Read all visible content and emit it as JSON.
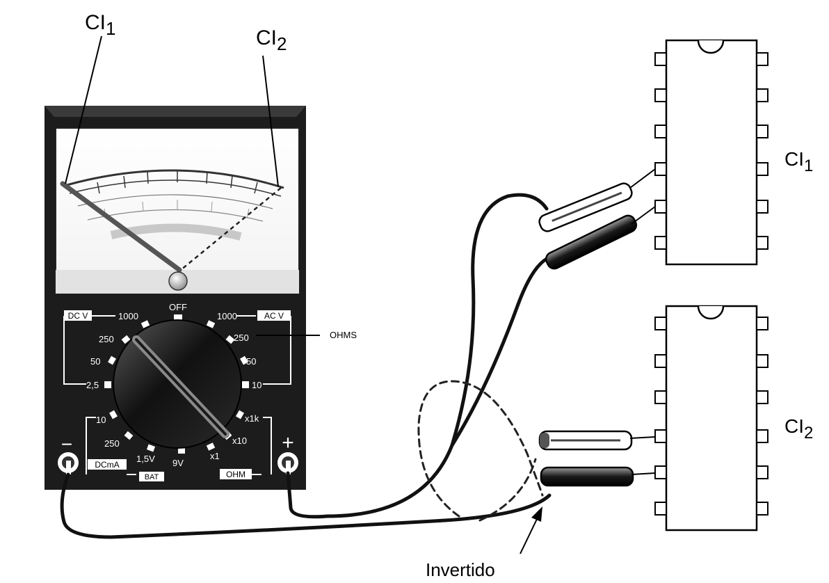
{
  "labels": {
    "ci1_main": "CI",
    "ci1_sub": "1",
    "ci2_main": "CI",
    "ci2_sub": "2",
    "invertido": "Invertido",
    "ohms": "OHMS"
  },
  "meter": {
    "off": "OFF",
    "dcv": "DC V",
    "acv": "AC V",
    "dcma": "DCmA",
    "bat": "BAT",
    "ohm": "OHM",
    "minus": "−",
    "plus": "+",
    "dcv_scale": [
      "1000",
      "250",
      "50",
      "2,5"
    ],
    "acv_scale": [
      "1000",
      "250",
      "50",
      "10"
    ],
    "dcma_scale": [
      "10",
      "250"
    ],
    "bat_scale": [
      "1,5V",
      "9V"
    ],
    "ohm_scale": [
      "x1k",
      "x10",
      "x1"
    ]
  },
  "colors": {
    "meter_body": "#1c1c1c",
    "ink": "#000000",
    "paper": "#ffffff"
  }
}
